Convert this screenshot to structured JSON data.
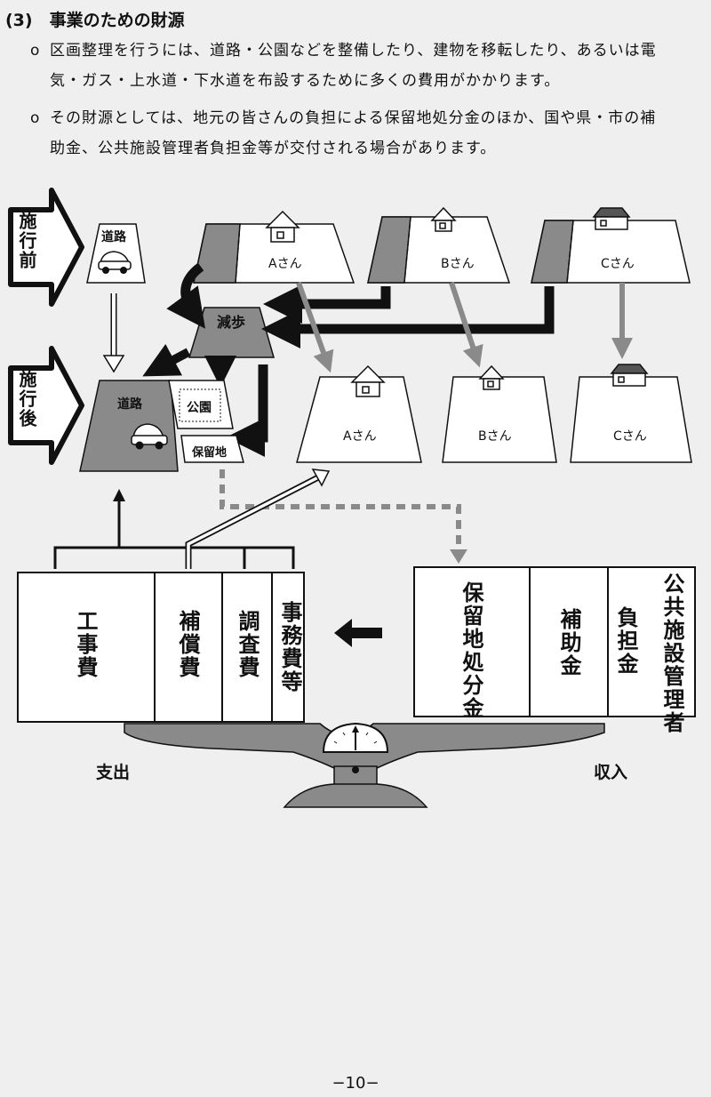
{
  "heading": "(3)　事業のための財源",
  "paragraphs": [
    {
      "mark": "o",
      "line1": "区画整理を行うには、道路・公園などを整備したり、建物を移転したり、あるいは電",
      "line2": "気・ガス・上水道・下水道を布設するために多くの費用がかかります。"
    },
    {
      "mark": "o",
      "line1": "その財源としては、地元の皆さんの負担による保留地処分金のほか、国や県・市の補",
      "line2": "助金、公共施設管理者負担金等が交付される場合があります。"
    }
  ],
  "diagram": {
    "before": "施行前",
    "after": "施行後",
    "road": "道路",
    "reduction": "減歩",
    "park": "公園",
    "reserve": "保留地",
    "owners": [
      "Aさん",
      "Bさん",
      "Cさん"
    ]
  },
  "expenditure": {
    "label": "支出",
    "items": [
      "工事費",
      "補償費",
      "調査費",
      "事務費等"
    ]
  },
  "income": {
    "label": "収入",
    "items": [
      "保留地処分金",
      "補助金",
      "負担金",
      "公共施設管理者"
    ]
  },
  "page_number": "−10−",
  "colors": {
    "gray": "#8a8a8a",
    "black": "#111111",
    "paper": "#efefef"
  }
}
